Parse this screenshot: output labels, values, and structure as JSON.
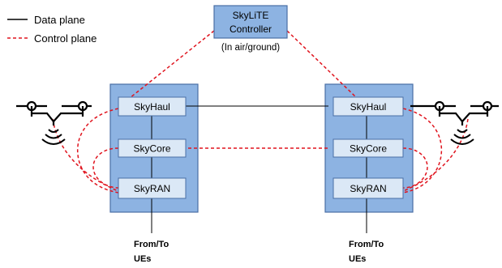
{
  "legend": {
    "data_plane": "Data plane",
    "control_plane": "Control plane"
  },
  "controller": {
    "line1": "SkyLiTE",
    "line2": "Controller",
    "note": "(In air/ground)"
  },
  "left_stack": {
    "haul": "SkyHaul",
    "core": "SkyCore",
    "ran": "SkyRAN",
    "from_line1": "From/To",
    "from_line2": "UEs"
  },
  "right_stack": {
    "haul": "SkyHaul",
    "core": "SkyCore",
    "ran": "SkyRAN",
    "from_line1": "From/To",
    "from_line2": "UEs"
  },
  "colors": {
    "box_fill": "#8db3e2",
    "box_stroke": "#4a6fa5",
    "inner_fill": "#dbe8f6",
    "control": "#e0141e",
    "data": "#000000"
  },
  "icons": [
    "drone-icon",
    "signal-icon"
  ]
}
